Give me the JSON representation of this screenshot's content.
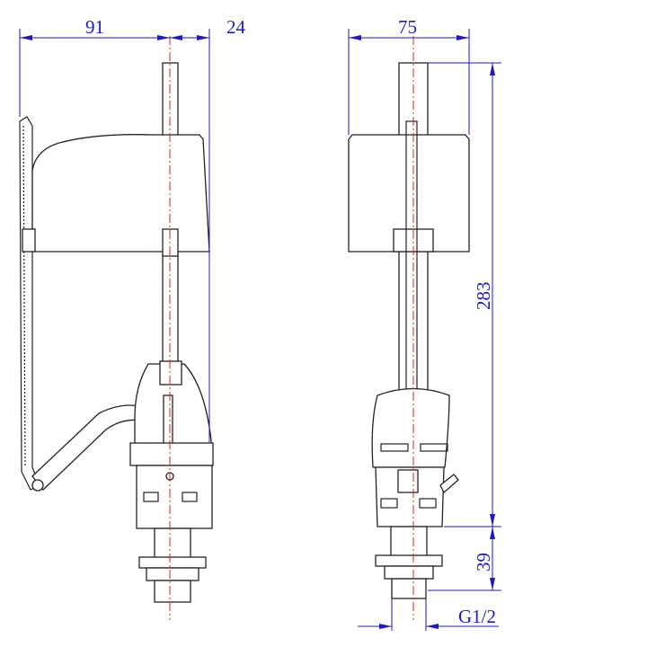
{
  "title": "Fill valve dimension drawing",
  "dimensions": {
    "left_width": "91",
    "left_offset": "24",
    "float_width": "75",
    "total_height": "283",
    "thread_height": "39",
    "thread_size": "G1/2"
  },
  "colors": {
    "dimension": "#1a1acc",
    "centerline": "#dd2222",
    "outline": "#222222"
  }
}
